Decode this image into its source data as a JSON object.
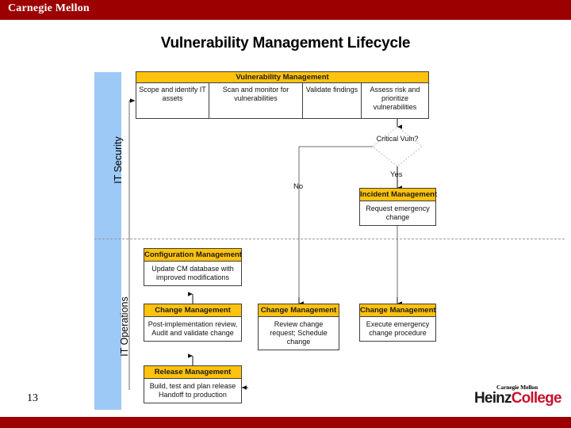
{
  "branding": {
    "top_banner_logo": "Carnegie Mellon",
    "footer_logo_top": "Carnegie Mellon",
    "footer_logo_heinz": "Heinz",
    "footer_logo_college": "College",
    "banner_color": "#9c0000",
    "accent_yellow": "#ffc20e",
    "lane_blue": "#9dc9f7",
    "college_red": "#c8102e"
  },
  "slide": {
    "title": "Vulnerability Management Lifecycle",
    "page_number": "13"
  },
  "lanes": [
    {
      "id": "it-security",
      "label": "IT Security"
    },
    {
      "id": "it-operations",
      "label": "IT Operations"
    }
  ],
  "vulnerability_management": {
    "header": "Vulnerability Management",
    "steps": [
      {
        "id": "scope",
        "text": "Scope and identify IT assets"
      },
      {
        "id": "scan",
        "text": "Scan and monitor for vulnerabilities"
      },
      {
        "id": "validate",
        "text": "Validate findings"
      },
      {
        "id": "assess",
        "text": "Assess risk and prioritize vulnerabilities"
      }
    ]
  },
  "decision": {
    "label": "Critical Vuln?",
    "yes_label": "Yes",
    "no_label": "No"
  },
  "boxes": [
    {
      "id": "incident-management",
      "header": "Incident Management",
      "body": "Request emergency change",
      "lane": "it-security"
    },
    {
      "id": "configuration-management",
      "header": "Configuration Management",
      "body": "Update CM database with improved modifications",
      "lane": "it-operations"
    },
    {
      "id": "change-management-post",
      "header": "Change Management",
      "body": "Post-implementation review, Audit and validate change",
      "lane": "it-operations"
    },
    {
      "id": "change-management-review",
      "header": "Change Management",
      "body": "Review change request; Schedule change",
      "lane": "it-operations"
    },
    {
      "id": "change-management-emergency",
      "header": "Change Management",
      "body": "Execute emergency change procedure",
      "lane": "it-operations"
    },
    {
      "id": "release-management",
      "header": "Release Management",
      "body": "Build, test and plan release Handoff to production",
      "lane": "it-operations"
    }
  ]
}
